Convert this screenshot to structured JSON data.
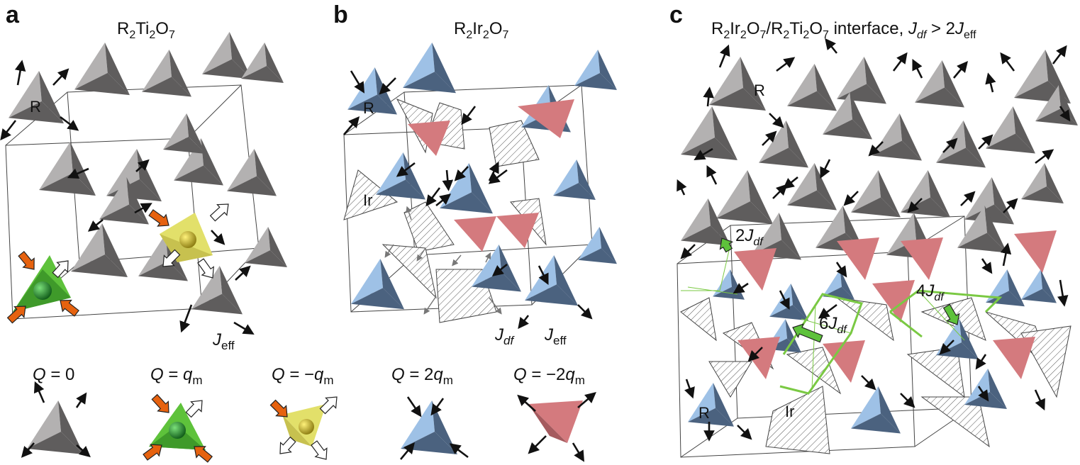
{
  "colors": {
    "gray_light": "#b3b1b1",
    "gray_dark": "#5f5d5d",
    "blue_light": "#9ec1e6",
    "blue_dark": "#4b627f",
    "red": "#d47a7e",
    "red_dark": "#a55a5e",
    "green": "#5ec23b",
    "yellow": "#e2e06a",
    "orange": "#e6620f",
    "arrow": "#111111",
    "hatch": "#555555",
    "outline": "#444444"
  },
  "icons": {
    "spin_arrow": "black-arrow",
    "monopole_sphere": "sphere-icon"
  },
  "panel_a": {
    "letter": "a",
    "title_sub": [
      "R",
      "2",
      "Ti",
      "2",
      "O",
      "7"
    ],
    "atom_label": "R",
    "coupling": {
      "main": "J",
      "sub": "eff"
    }
  },
  "panel_b": {
    "letter": "b",
    "title_sub": [
      "R",
      "2",
      "Ir",
      "2",
      "O",
      "7"
    ],
    "atom_r": "R",
    "atom_ir": "Ir",
    "coupling_df": {
      "main": "J",
      "sub": "df"
    },
    "coupling_eff": {
      "main": "J",
      "sub": "eff"
    }
  },
  "panel_c": {
    "letter": "c",
    "title": "R₂Ir₂O₇/R₂Ti₂O₇ interface, J",
    "title_parts": [
      "R",
      "2",
      "Ir",
      "2",
      "O",
      "7",
      "/R",
      "2",
      "Ti",
      "2",
      "O",
      "7",
      " interface, ",
      "J",
      "df",
      " > 2",
      "J",
      "eff"
    ],
    "atom_r_top": "R",
    "atom_r_bottom": "R",
    "atom_ir": "Ir",
    "j2": {
      "pre": "2",
      "main": "J",
      "sub": "df"
    },
    "j4": {
      "pre": "4",
      "main": "J",
      "sub": "df"
    },
    "j6": {
      "pre": "6",
      "main": "J",
      "sub": "df"
    }
  },
  "legend": [
    {
      "pre": "Q",
      "eq": " = ",
      "val": "0",
      "sub": ""
    },
    {
      "pre": "Q",
      "eq": " = ",
      "val": "q",
      "sub": "m"
    },
    {
      "pre": "Q",
      "eq": " = −",
      "val": "q",
      "sub": "m"
    },
    {
      "pre": "Q",
      "eq": " = 2",
      "val": "q",
      "sub": "m"
    },
    {
      "pre": "Q",
      "eq": " = −2",
      "val": "q",
      "sub": "m"
    }
  ]
}
